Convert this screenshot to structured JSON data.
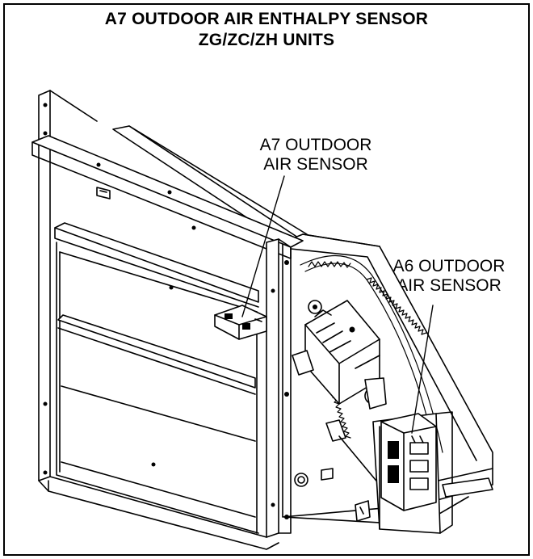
{
  "title": {
    "line1": "A7 OUTDOOR AIR ENTHALPY SENSOR",
    "line2": "ZG/ZC/ZH  UNITS"
  },
  "callouts": {
    "a7": {
      "line1": "A7 OUTDOOR",
      "line2": "AIR SENSOR"
    },
    "a6": {
      "line1": "A6 OUTDOOR",
      "line2": "AIR SENSOR"
    }
  },
  "colors": {
    "ink": "#000000",
    "paper": "#ffffff",
    "shade": "#d9d9d9"
  }
}
